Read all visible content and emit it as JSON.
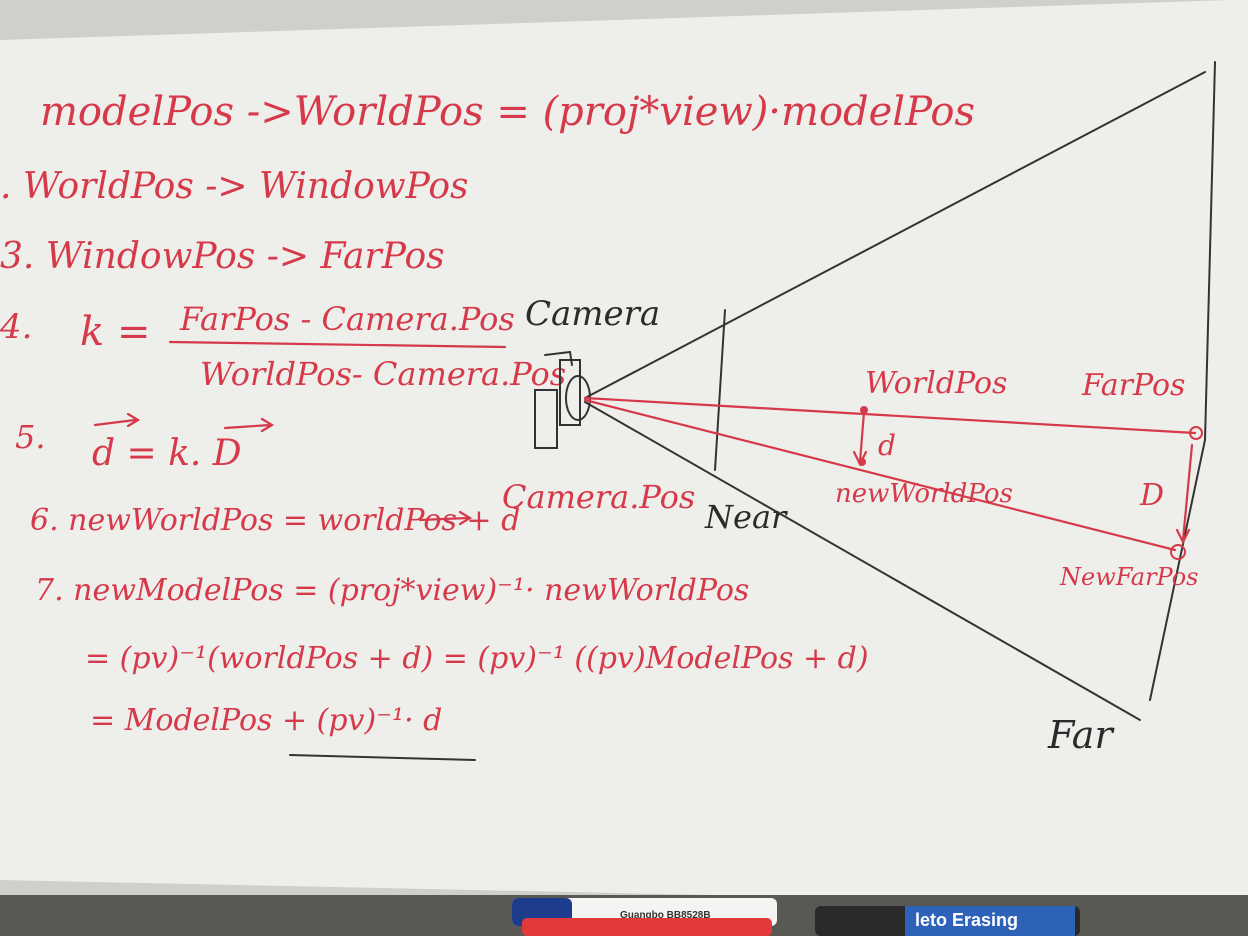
{
  "whiteboard": {
    "lines": [
      "modelPos ->WorldPos = (proj*view)·modelPos",
      ". WorldPos -> WindowPos",
      "3. WindowPos -> FarPos",
      "4.",
      "k =",
      "FarPos - Camera.Pos",
      "WorldPos- Camera.Pos",
      "5.",
      "d = k. D",
      "6. newWorldPos = worldPos + d",
      "7. newModelPos = (proj*view)⁻¹· newWorldPos",
      "= (pv)⁻¹(worldPos + d) = (pv)⁻¹ ((pv)ModelPos + d)",
      "= ModelPos + (pv)⁻¹· d"
    ],
    "diagram": {
      "camera_label": "Camera",
      "camera_pos_label": "Camera.Pos",
      "near_label": "Near",
      "far_label": "Far",
      "world_pos_label": "WorldPos",
      "far_pos_label": "FarPos",
      "new_world_pos_label": "newWorldPos",
      "new_far_pos_label": "NewFarPos",
      "d_label": "d",
      "D_label": "D"
    }
  },
  "markers": {
    "blue_marker_label": "leto Erasing",
    "black_marker_label": "Guangbo BB8528B"
  },
  "colors": {
    "ink_red": "#d63a4a",
    "ink_black": "#2b2b2b",
    "board": "#eeeeeb"
  }
}
